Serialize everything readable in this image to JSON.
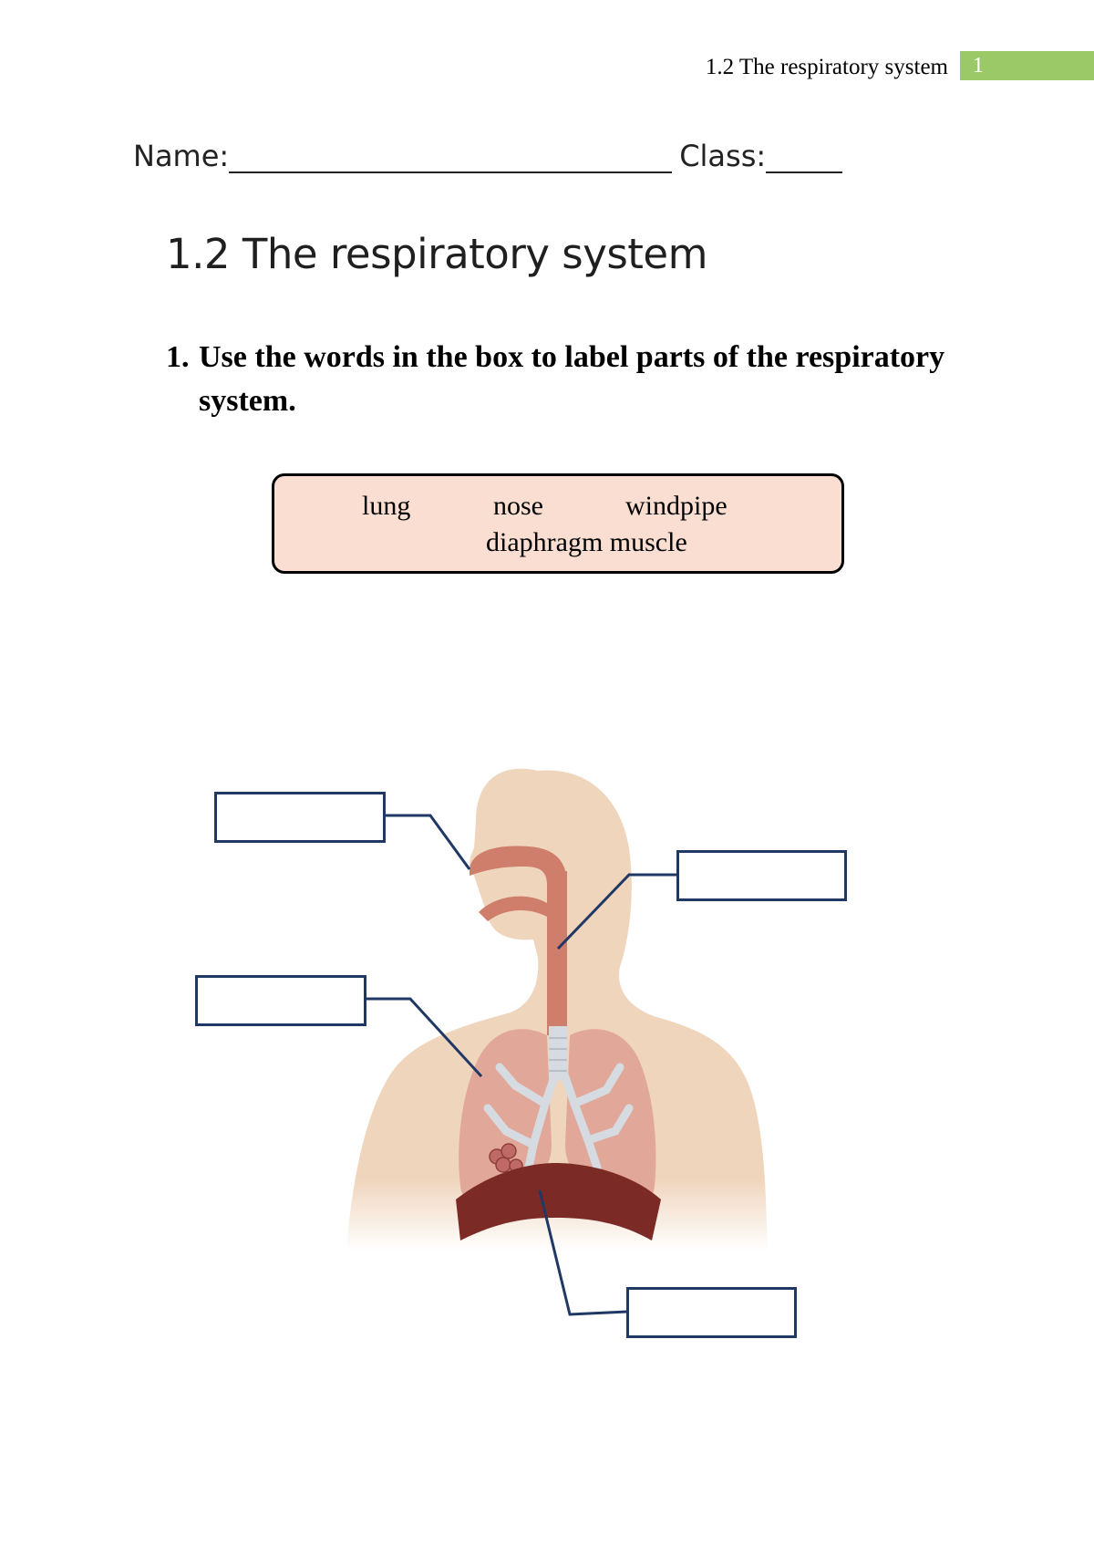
{
  "header": {
    "running_title": "1.2 The respiratory system",
    "page_number": "1",
    "badge_color": "#9bc968"
  },
  "form": {
    "name_label": "Name:",
    "class_label": "Class:"
  },
  "title": "1.2 The respiratory system",
  "question": {
    "number": "1.",
    "text": "Use the words in the box to label parts of the respiratory system."
  },
  "word_box": {
    "words": [
      "lung",
      "nose",
      "windpipe",
      "diaphragm muscle"
    ],
    "fill_color": "#f9ded1"
  },
  "diagram": {
    "label_boxes": [
      "nose-label-box",
      "windpipe-label-box",
      "lung-label-box",
      "diaphragm-label-box"
    ],
    "colors": {
      "skin": "#f0d5bd",
      "airway": "#cf7e6c",
      "lung": "#e1a89a",
      "bronchi": "#d6dbe2",
      "diaphragm": "#7c2a26",
      "leader_line": "#1f3864"
    }
  }
}
